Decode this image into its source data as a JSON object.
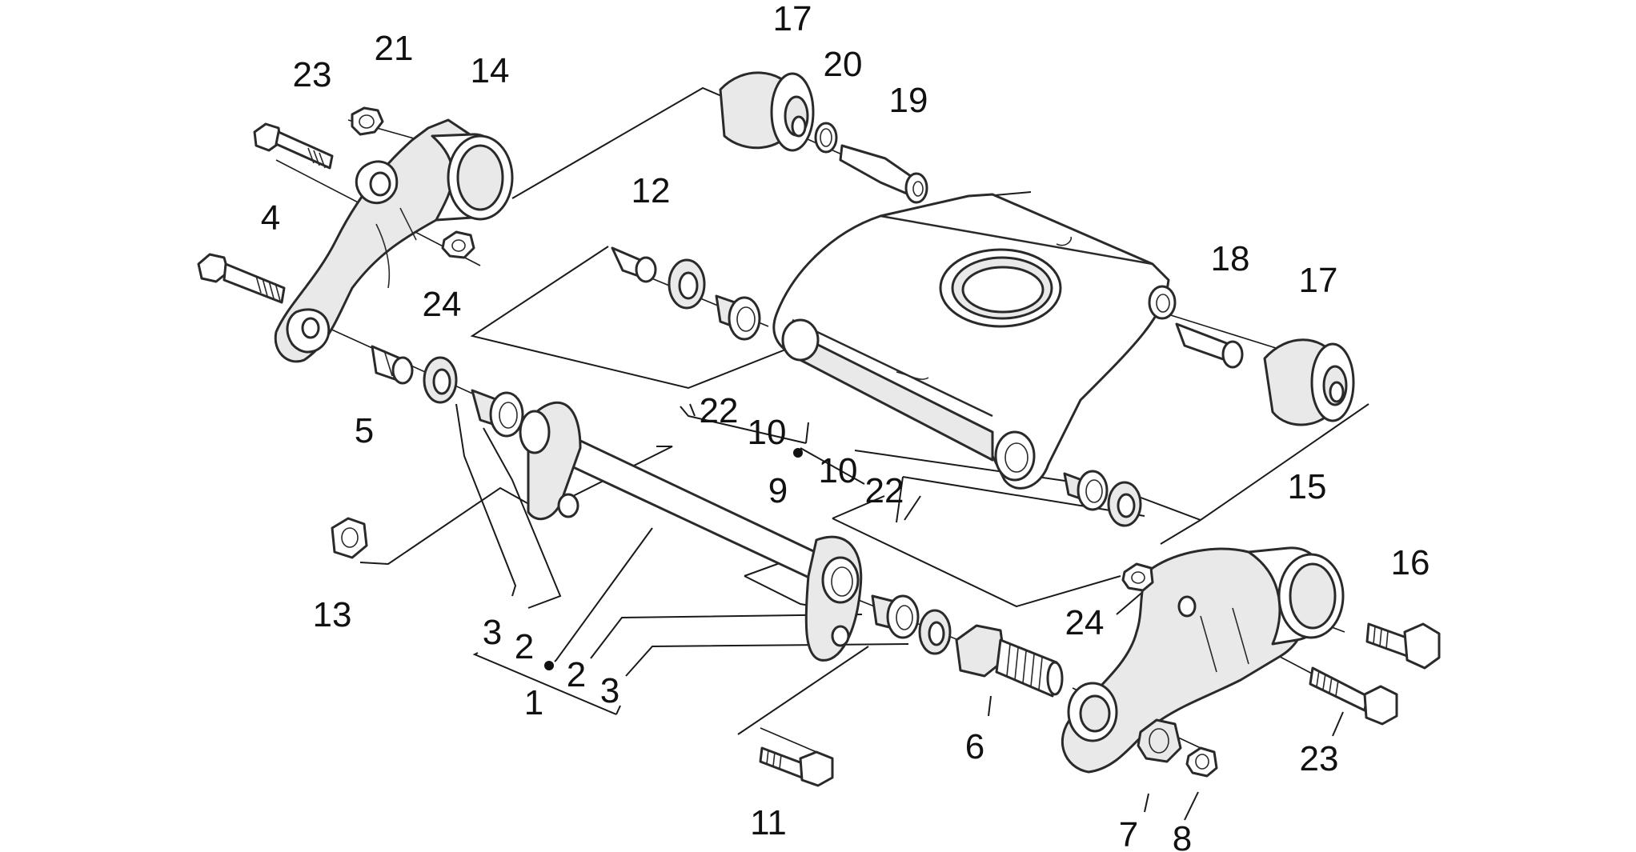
{
  "callouts": [
    {
      "id": "c17a",
      "text": "17"
    },
    {
      "id": "c20",
      "text": "20"
    },
    {
      "id": "c19",
      "text": "19"
    },
    {
      "id": "c21",
      "text": "21"
    },
    {
      "id": "c23a",
      "text": "23"
    },
    {
      "id": "c14",
      "text": "14"
    },
    {
      "id": "c4",
      "text": "4"
    },
    {
      "id": "c12",
      "text": "12"
    },
    {
      "id": "c24a",
      "text": "24"
    },
    {
      "id": "c18",
      "text": "18"
    },
    {
      "id": "c17b",
      "text": "17"
    },
    {
      "id": "c5",
      "text": "5"
    },
    {
      "id": "c22a",
      "text": "22"
    },
    {
      "id": "c10a",
      "text": "10"
    },
    {
      "id": "c9",
      "text": "9"
    },
    {
      "id": "c10b",
      "text": "10"
    },
    {
      "id": "c22b",
      "text": "22"
    },
    {
      "id": "c15",
      "text": "15"
    },
    {
      "id": "c13",
      "text": "13"
    },
    {
      "id": "c16",
      "text": "16"
    },
    {
      "id": "c24b",
      "text": "24"
    },
    {
      "id": "c3a",
      "text": "3"
    },
    {
      "id": "c2a",
      "text": "2"
    },
    {
      "id": "c2b",
      "text": "2"
    },
    {
      "id": "c3b",
      "text": "3"
    },
    {
      "id": "c1",
      "text": "1"
    },
    {
      "id": "c6",
      "text": "6"
    },
    {
      "id": "c23b",
      "text": "23"
    },
    {
      "id": "c11",
      "text": "11"
    },
    {
      "id": "c7",
      "text": "7"
    },
    {
      "id": "c8",
      "text": "8"
    }
  ],
  "colors": {
    "line": "#2a2a2a",
    "fill": "#ffffff",
    "shade": "#e9e9e9",
    "text": "#111111"
  }
}
